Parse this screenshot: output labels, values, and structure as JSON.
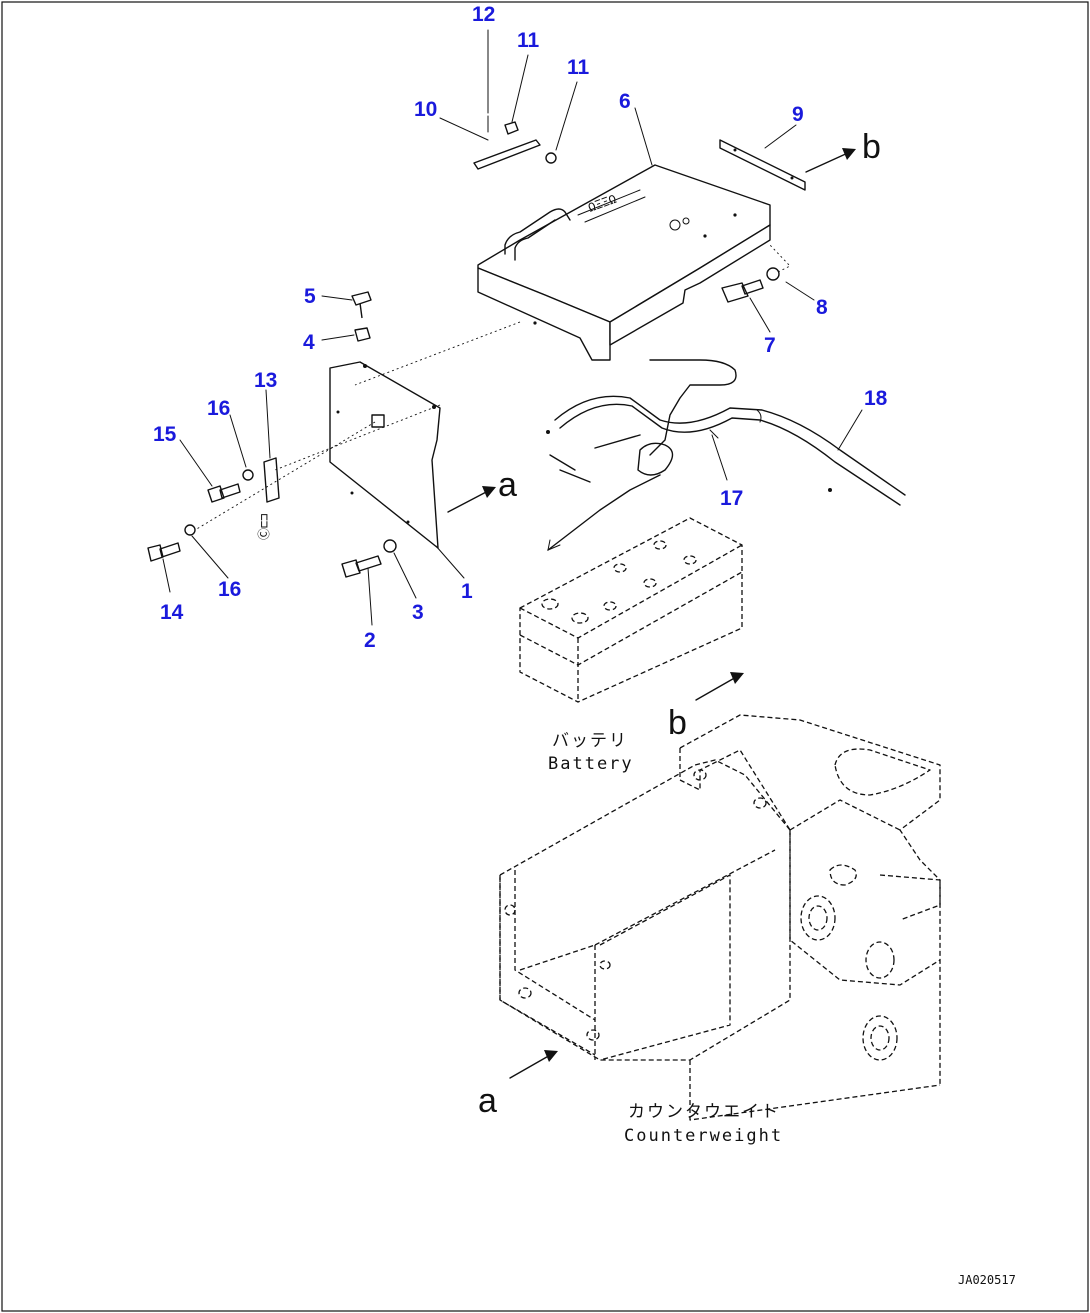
{
  "colors": {
    "callout": "#1a1adc",
    "line": "#111111"
  },
  "callouts": {
    "p1": "1",
    "p2": "2",
    "p3": "3",
    "p4": "4",
    "p5": "5",
    "p6": "6",
    "p7": "7",
    "p8": "8",
    "p9": "9",
    "p10": "10",
    "p11a": "11",
    "p11b": "11",
    "p12": "12",
    "p13": "13",
    "p14": "14",
    "p15": "15",
    "p16a": "16",
    "p16b": "16",
    "p17": "17",
    "p18": "18"
  },
  "view_markers": {
    "a_top": "a",
    "a_bottom": "a",
    "b_top": "b",
    "b_bottom": "b"
  },
  "captions": {
    "battery_jp": "バッテリ",
    "battery_en": "Battery",
    "counterweight_jp": "カウンタウエイト",
    "counterweight_en": "Counterweight"
  },
  "drawing_code": "JA020517"
}
